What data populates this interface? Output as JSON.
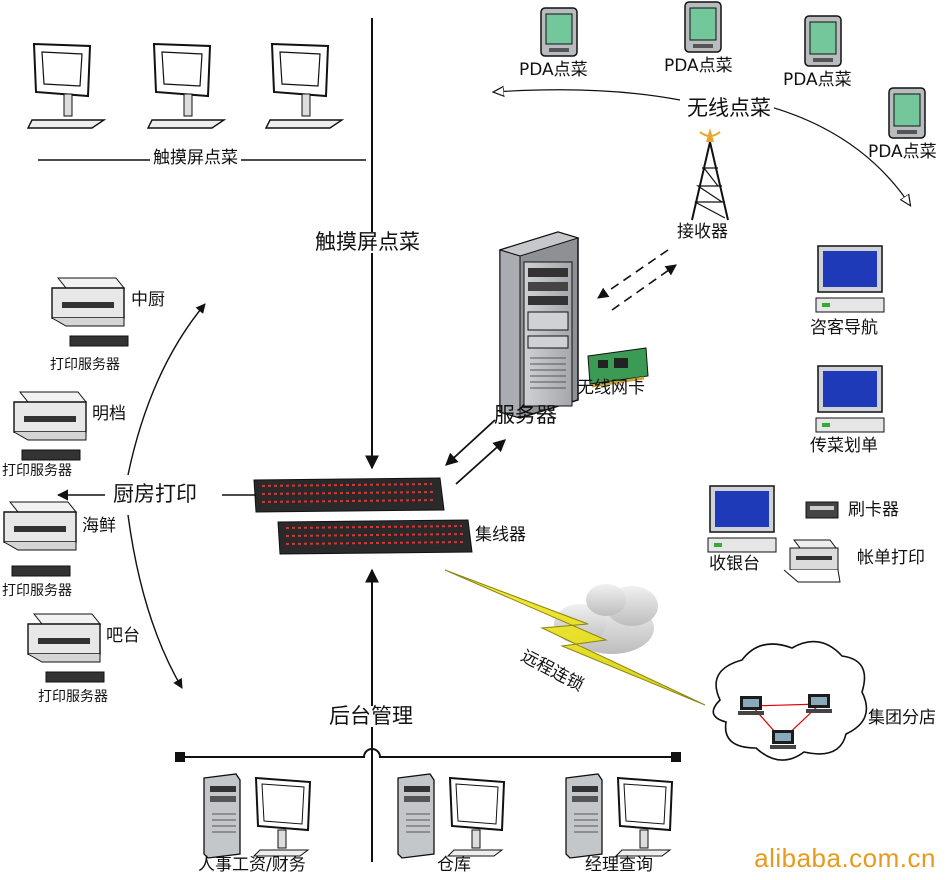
{
  "diagram": {
    "touch_screen": {
      "row_label": "触摸屏点菜",
      "trunk_label": "触摸屏点菜"
    },
    "wireless": {
      "title": "无线点菜",
      "pda_labels": [
        "PDA点菜",
        "PDA点菜",
        "PDA点菜",
        "PDA点菜"
      ],
      "receiver_label": "接收器"
    },
    "server": {
      "label": "服务器",
      "wireless_card_label": "无线网卡"
    },
    "hub": {
      "label": "集线器"
    },
    "kitchen": {
      "title": "厨房打印",
      "stations": [
        {
          "name": "中厨",
          "server_label": "打印服务器"
        },
        {
          "name": "明档",
          "server_label": "打印服务器"
        },
        {
          "name": "海鲜",
          "server_label": "打印服务器"
        },
        {
          "name": "吧台",
          "server_label": "打印服务器"
        }
      ]
    },
    "front_desk": {
      "guide": "咨客导航",
      "dish_pass": "传菜划单",
      "cashier": "收银台",
      "card_reader": "刷卡器",
      "bill_printer": "帐单打印"
    },
    "remote": {
      "link_label": "远程连锁",
      "branch_label": "集团分店"
    },
    "backoffice": {
      "title": "后台管理",
      "terminals": [
        "人事工资/财务",
        "仓库",
        "经理查询"
      ]
    },
    "watermark": "alibaba.com.cn"
  }
}
